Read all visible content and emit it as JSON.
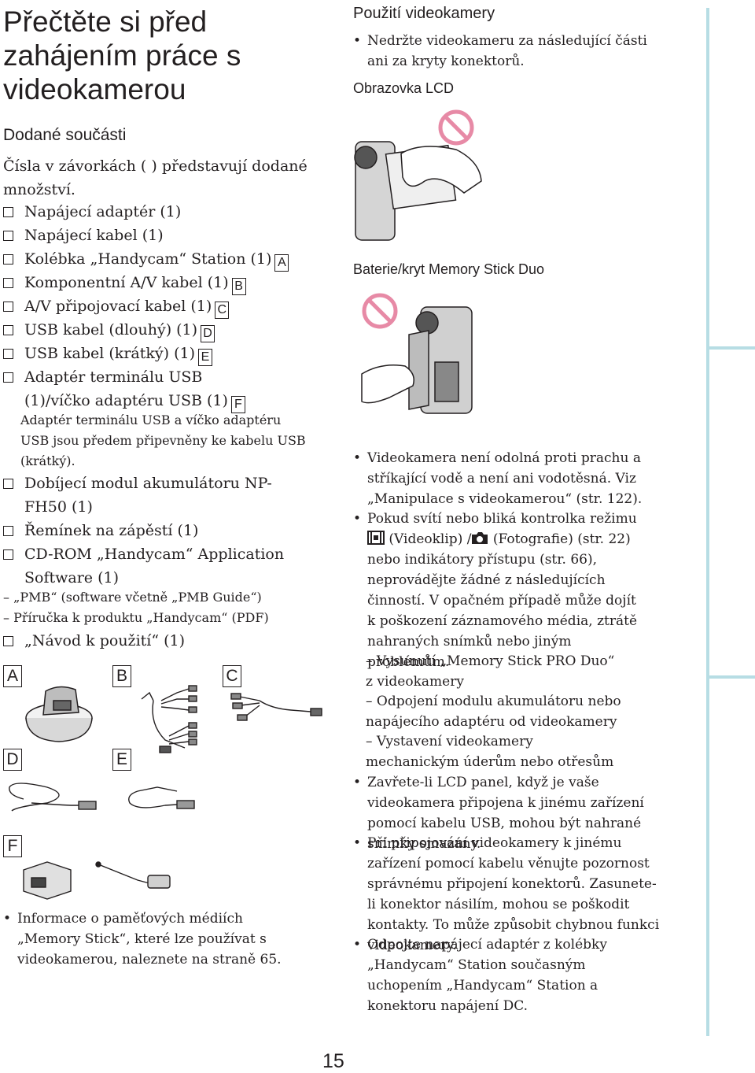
{
  "left": {
    "title": [
      "Přečtěte si před",
      "zahájením práce s",
      "videokamerou"
    ],
    "supplied_heading": "Dodané součásti",
    "intro": "Čísla v závorkách ( ) představují dodané množství.",
    "items": [
      {
        "text": "Napájecí adaptér (1)",
        "letter": ""
      },
      {
        "text": "Napájecí kabel (1)",
        "letter": ""
      },
      {
        "text": "Kolébka „Handycam“ Station (1)",
        "letter": "A"
      },
      {
        "text": "Komponentní A/V kabel (1)",
        "letter": "B"
      },
      {
        "text": "A/V připojovací kabel (1)",
        "letter": "C"
      },
      {
        "text": "USB kabel (dlouhý) (1)",
        "letter": "D"
      },
      {
        "text": "USB kabel (krátký) (1)",
        "letter": "E"
      },
      {
        "text": "Adaptér terminálu USB (1)/víčko adaptéru USB (1)",
        "letter": "F"
      }
    ],
    "adapter_note": "Adaptér terminálu USB a víčko adaptéru USB jsou předem připevněny ke kabelu USB (krátký).",
    "items2": [
      {
        "text": "Dobíjecí modul akumulátoru NP-FH50 (1)"
      },
      {
        "text": "Řemínek na zápěstí (1)"
      },
      {
        "text": "CD-ROM „Handycam“ Application Software (1)"
      }
    ],
    "cd_subitems": [
      "– „PMB“ (software včetně „PMB Guide“)",
      "– Příručka k produktu „Handycam“ (PDF)"
    ],
    "manual_item": "„Návod k použití“ (1)",
    "figure_letters": [
      "A",
      "B",
      "C",
      "D",
      "E",
      "F"
    ],
    "memory_note": "Informace o paměťových médiích „Memory Stick“, které lze používat s videokamerou, naleznete na straně 65."
  },
  "right": {
    "heading": "Použití videokamery",
    "intro_bullet": "Nedržte videokameru za následující části ani za kryty konektorů.",
    "caption_lcd": "Obrazovka LCD",
    "caption_battery": "Baterie/kryt Memory Stick Duo",
    "bullets": [
      "Videokamera není odolná proti prachu a stříkající vodě a není ani vodotěsná. Viz „Manipulace s videokamerou“ (str. 122).",
      "Pokud svítí nebo bliká kontrolka režimu",
      "Zavřete-li LCD panel, když je vaše videokamera připojena k jinému zařízení pomocí kabelu USB, mohou být nahrané snímky smazány.",
      "Při připojování videokamery k jinému zařízení pomocí kabelu věnujte pozornost správnému připojení konektorů. Zasunete-li konektor násilím, mohou se poškodit kontakty. To může způsobit chybnou funkci videokamery.",
      "Odpojte napájecí adaptér z kolébky „Handycam“ Station současným uchopením „Handycam“ Station a konektoru napájení DC."
    ],
    "mode_video": "(Videoklip) /",
    "mode_photo": "(Fotografie) (str. 22) nebo",
    "mode_rest": "indikátory přístupu (str. 66), neprovádějte žádné z následujících činností. V opačném případě může dojít k poškození záznamového média, ztrátě nahraných snímků nebo jiným problémům.",
    "dash_items": [
      "– Vysunutí „Memory Stick PRO Duo“ z videokamery",
      "– Odpojení modulu akumulátoru nebo napájecího adaptéru od videokamery",
      "– Vystavení videokamery mechanickým úderům nebo otřesům"
    ]
  },
  "page_number": "15",
  "colors": {
    "text": "#231f20",
    "prohibit": "#e78aa6",
    "side_tab": "#b7dde4"
  }
}
